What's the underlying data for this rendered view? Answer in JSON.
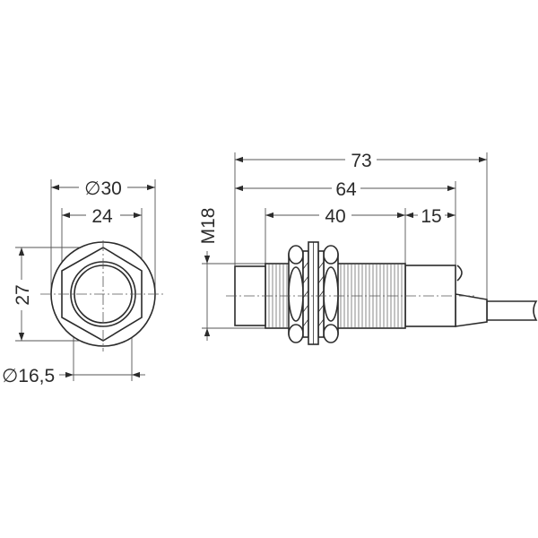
{
  "drawing": {
    "type": "technical-dimension-drawing",
    "subject": "cylindrical inductive proximity sensor with cable",
    "line_color": "#2b2b2b",
    "front_view": {
      "dimensions": {
        "outer_diameter": "∅30",
        "hex_width": "24",
        "hex_height": "27",
        "face_diameter": "∅16,5"
      }
    },
    "side_view": {
      "dimensions": {
        "total_length": "73",
        "body_length": "64",
        "thread_length": "40",
        "rear_length": "15",
        "thread": "M18"
      }
    }
  }
}
